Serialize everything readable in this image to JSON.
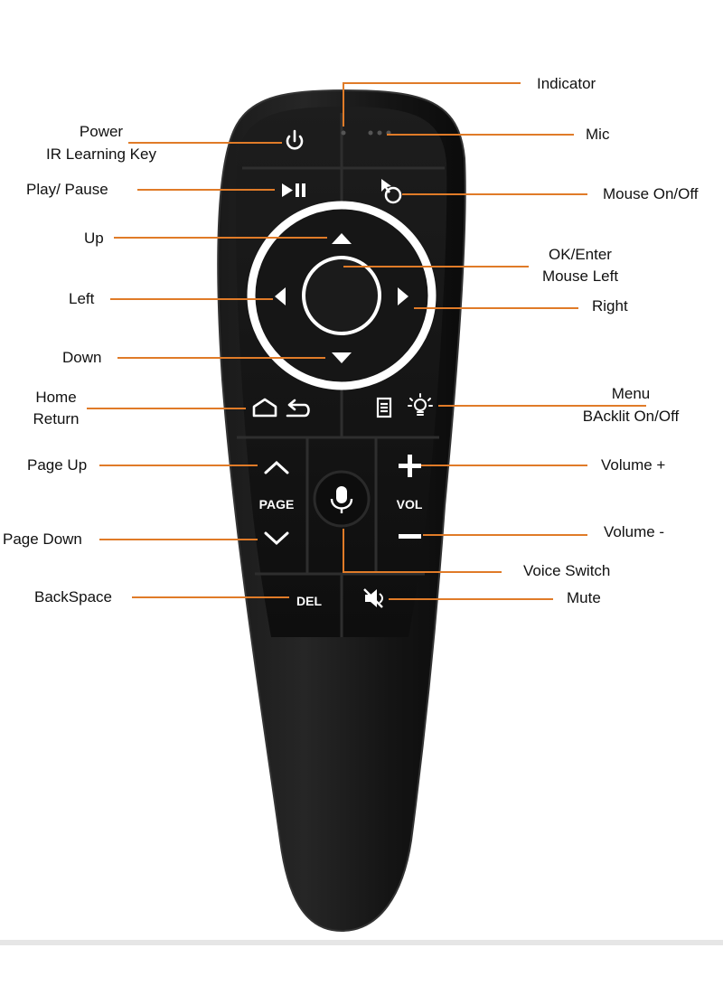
{
  "diagram": {
    "labels": {
      "indicator": "Indicator",
      "power": "Power",
      "ir_learning": "IR Learning Key",
      "mic": "Mic",
      "play_pause": "Play/ Pause",
      "mouse_onoff": "Mouse On/Off",
      "up": "Up",
      "ok_enter": "OK/Enter",
      "mouse_left": "Mouse Left",
      "left": "Left",
      "right": "Right",
      "down": "Down",
      "home": "Home",
      "return": "Return",
      "menu": "Menu",
      "backlit": "BAcklit On/Off",
      "page_up": "Page Up",
      "volume_plus": "Volume +",
      "page_down": "Page Down",
      "volume_minus": "Volume -",
      "voice_switch": "Voice Switch",
      "backspace": "BackSpace",
      "mute": "Mute"
    },
    "remote_text": {
      "page": "PAGE",
      "vol": "VOL",
      "del": "DEL"
    },
    "colors": {
      "leader_line": "#e07b28",
      "remote_body": "#111111",
      "remote_edge": "#2a2a2a",
      "button_ink": "#ffffff"
    },
    "icons": [
      "power-icon",
      "play-pause-icon",
      "mouse-cursor-icon",
      "indicator-dots",
      "dpad-ring",
      "home-icon",
      "return-icon",
      "menu-icon",
      "bulb-icon",
      "chevron-up-icon",
      "chevron-down-icon",
      "plus-icon",
      "minus-icon",
      "microphone-icon",
      "mute-icon"
    ]
  }
}
